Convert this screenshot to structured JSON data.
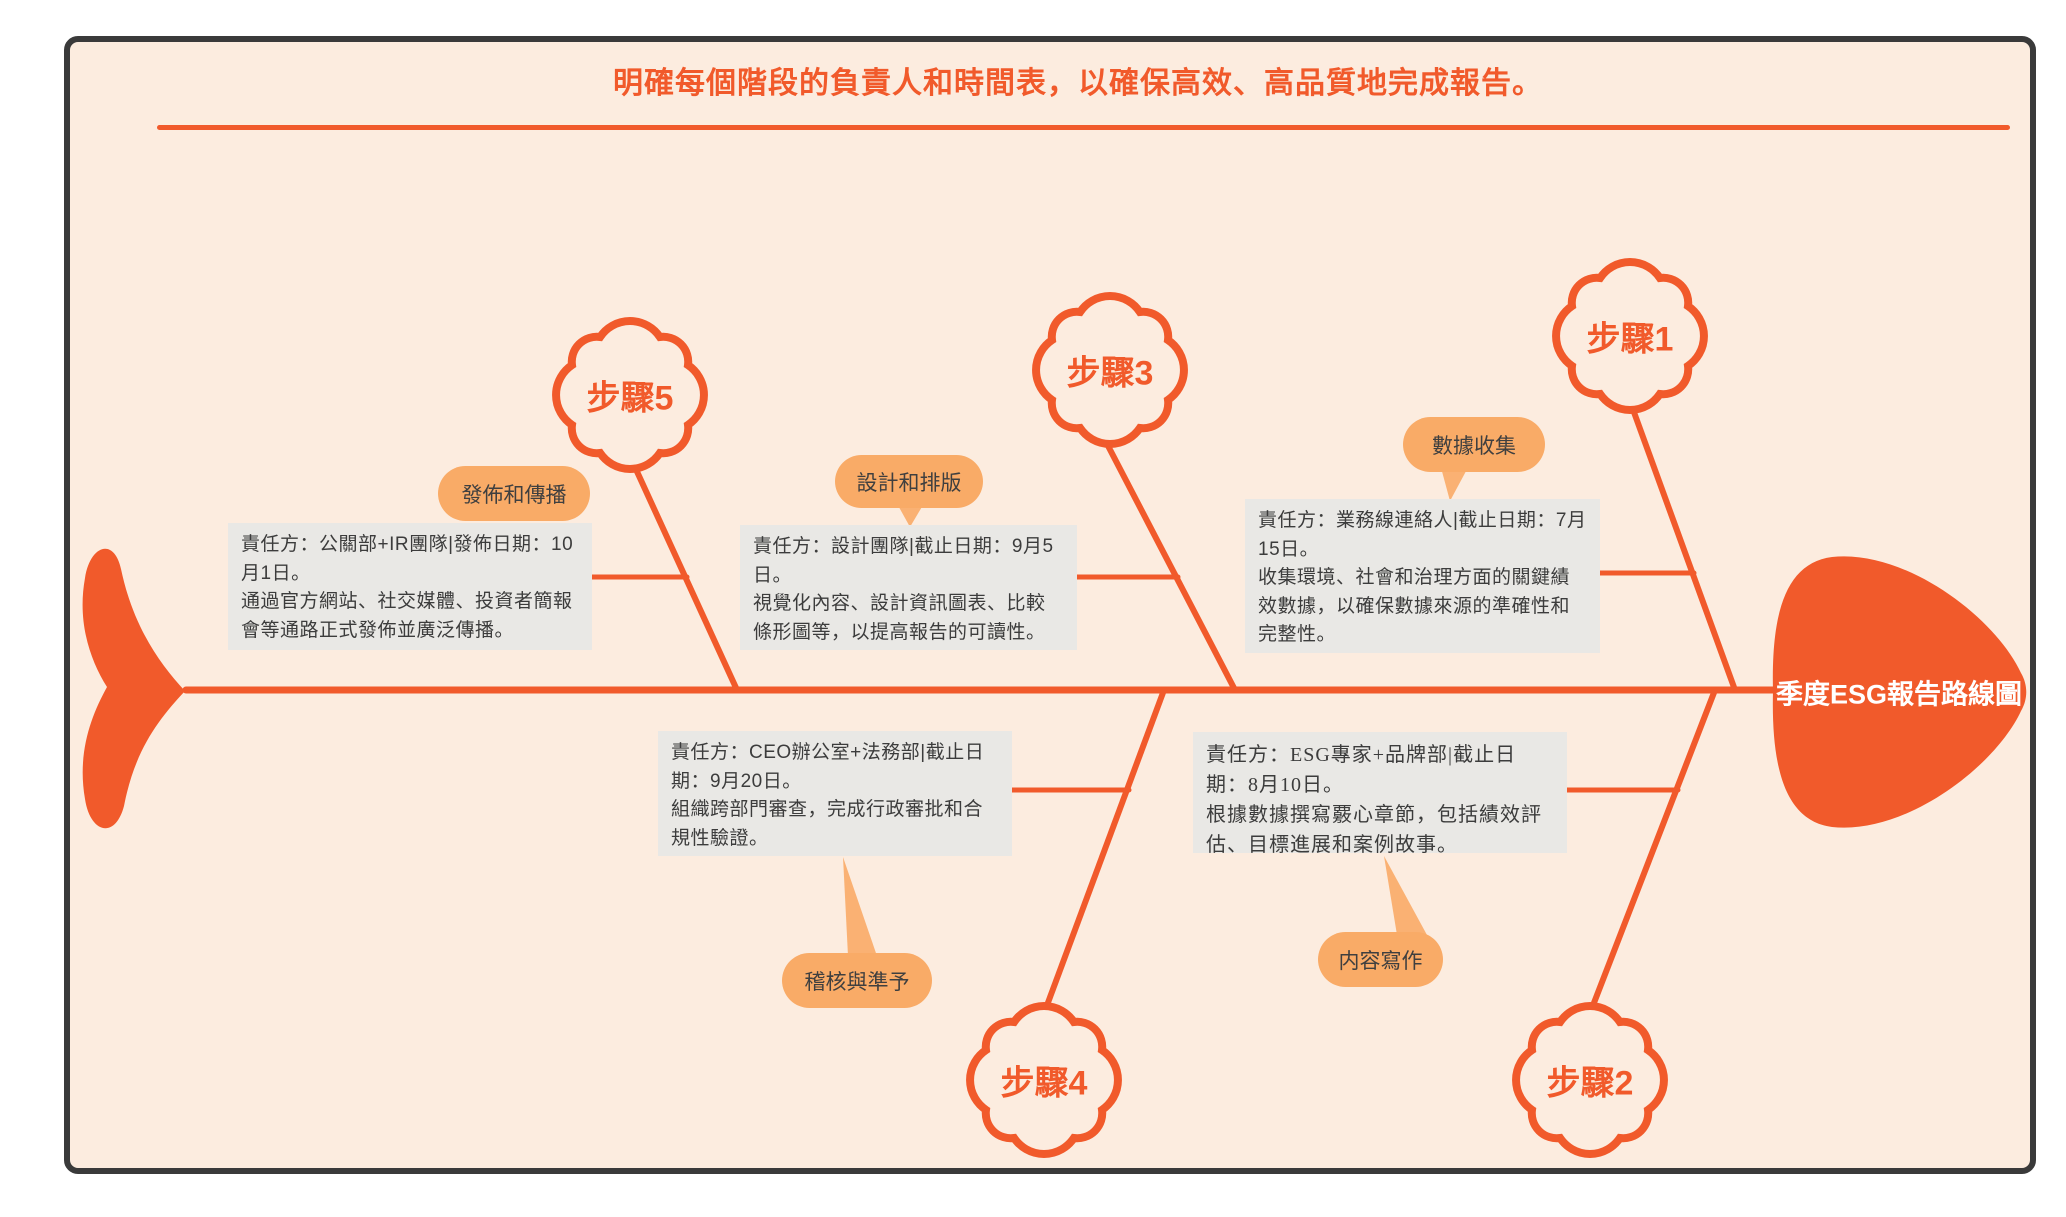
{
  "title": "明確每個階段的負責人和時間表，以確保高效、高品質地完成報告。",
  "fish_head_label": "季度ESG報告路線圖",
  "steps": [
    {
      "cloud_label": "步驟1",
      "stage_label": "數據收集",
      "detail": "責任方：業務線連絡人|截止日期：7月15日。\n收集環境、社會和治理方面的關鍵績效數據，以確保數據來源的準確性和完整性。"
    },
    {
      "cloud_label": "步驟2",
      "stage_label": "内容寫作",
      "detail": "責任方：ESG專家+品牌部|截止日期：8月10日。\n根據數據撰寫覈心章節，包括績效評估、目標進展和案例故事。"
    },
    {
      "cloud_label": "步驟3",
      "stage_label": "設計和排版",
      "detail": "責任方：設計團隊|截止日期：9月5日。\n視覺化內容、設計資訊圖表、比較條形圖等，以提高報告的可讀性。"
    },
    {
      "cloud_label": "步驟4",
      "stage_label": "稽核與準予",
      "detail": "責任方：CEO辦公室+法務部|截止日期：9月20日。\n組織跨部門審查，完成行政審批和合規性驗證。"
    },
    {
      "cloud_label": "步驟5",
      "stage_label": "發佈和傳播",
      "detail": "責任方：公關部+IR團隊|發佈日期：10月1日。\n通過官方網站、社交媒體、投資者簡報會等通路正式發佈並廣泛傳播。"
    }
  ],
  "colors": {
    "accent": "#f15a2b",
    "stage_pill": "#f9ab67",
    "canvas_background": "#fcecdf",
    "detail_box": "#e9e8e5"
  }
}
